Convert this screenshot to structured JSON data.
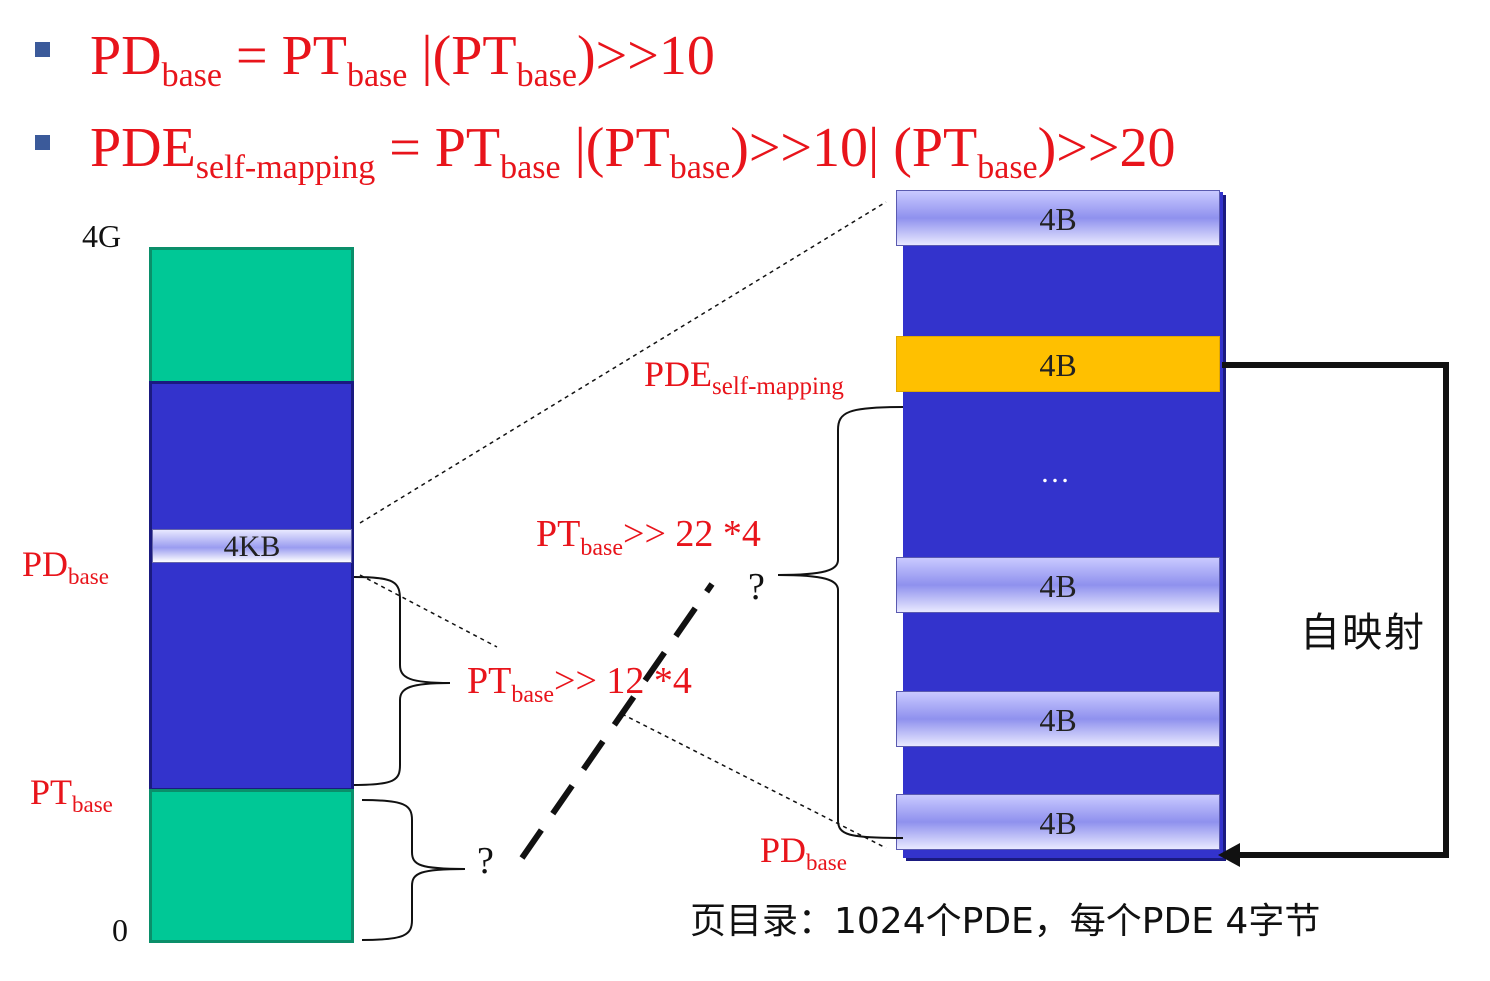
{
  "formulas": [
    {
      "lhs_main": "PD",
      "lhs_sub": "base",
      "rhs": [
        {
          "t": " = PT"
        },
        {
          "s": "base"
        },
        {
          "t": " |(PT"
        },
        {
          "s": "base"
        },
        {
          "t": ")>>10"
        }
      ]
    },
    {
      "lhs_main": "PDE",
      "lhs_sub": "self-mapping",
      "rhs": [
        {
          "t": " = PT"
        },
        {
          "s": "base"
        },
        {
          "t": " |(PT"
        },
        {
          "s": "base"
        },
        {
          "t": ")>>10| (PT"
        },
        {
          "s": "base"
        },
        {
          "t": ")>>20"
        }
      ]
    }
  ],
  "left_column": {
    "top_label": "4G",
    "bottom_label": "0",
    "kb_cell": "4KB",
    "pd_base": {
      "main": "PD",
      "sub": "base"
    },
    "pt_base": {
      "main": "PT",
      "sub": "base"
    }
  },
  "middle": {
    "pt_shift12": {
      "main": "PT",
      "sub": "base",
      "rest": ">> 12 *4"
    },
    "pt_shift22": {
      "main": "PT",
      "sub": "base",
      "rest": ">> 22 *4"
    },
    "question_mark": "?"
  },
  "page_directory": {
    "entries": [
      "4B",
      "4B",
      "4B",
      "4B",
      "4B"
    ],
    "ellipsis": "…",
    "pde_self_mapping": {
      "main": "PDE",
      "sub": "self-mapping"
    },
    "pd_base": {
      "main": "PD",
      "sub": "base"
    },
    "self_mapping_label": "自映射",
    "caption": "页目录：1024个PDE，每个PDE 4字节"
  },
  "colors": {
    "formula_red": "#e8141b",
    "memory_green": "#00c896",
    "memory_blue": "#3333cc",
    "highlight_entry": "#ffc000",
    "bullet": "#3b5a9a"
  }
}
